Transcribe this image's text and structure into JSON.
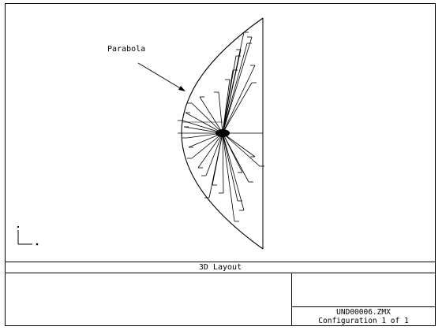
{
  "annotation": {
    "label": "Parabola"
  },
  "footer": {
    "layout_title": "3D Layout",
    "file_name": "UND00006.ZMX",
    "configuration": "Configuration 1 of 1"
  },
  "colors": {
    "ink": "#000000",
    "background": "#ffffff"
  }
}
